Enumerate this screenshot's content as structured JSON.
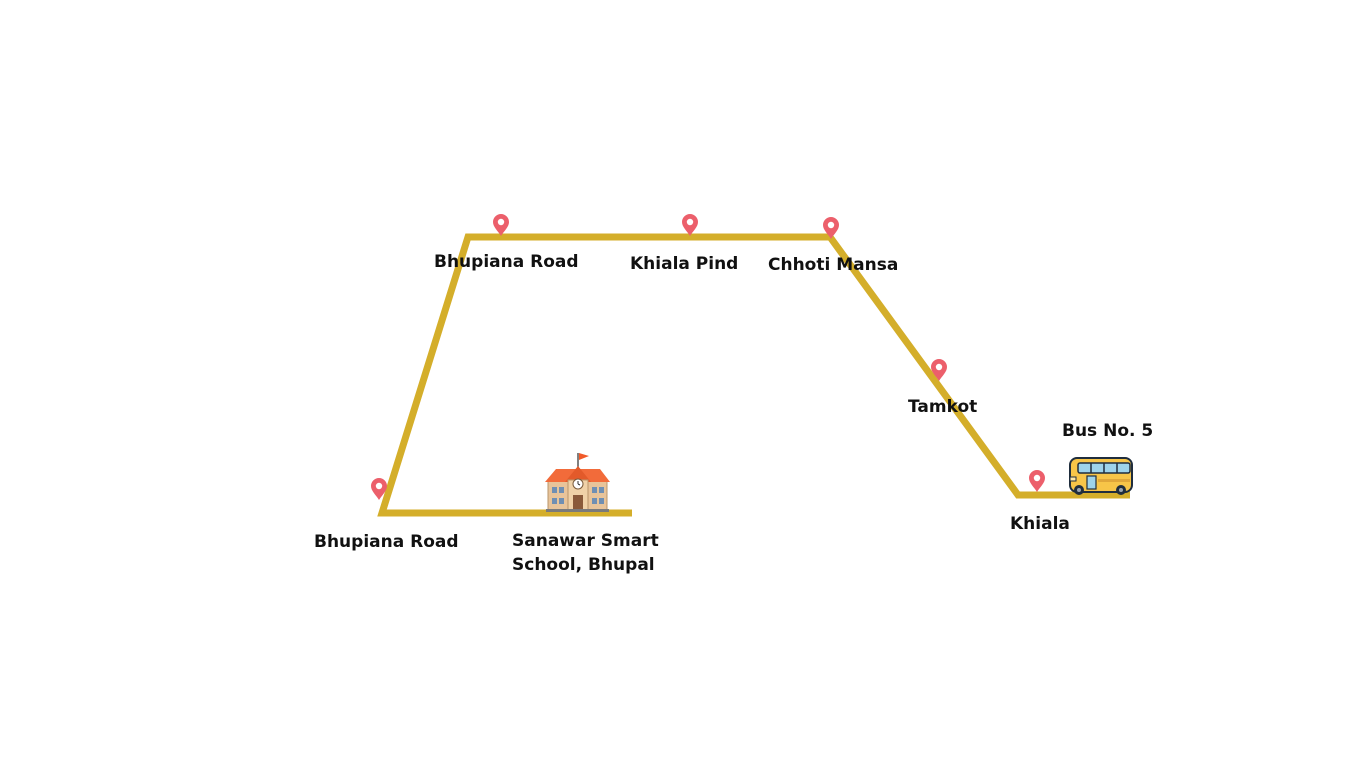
{
  "route": {
    "line_color": "#D4AE2A",
    "pin_color": "#EC5F6B",
    "bus_label": "Bus No. 5",
    "stops": [
      {
        "name": "Bhupiana Road"
      },
      {
        "name": "Bhupiana Road"
      },
      {
        "name": "Khiala Pind"
      },
      {
        "name": "Chhoti Mansa"
      },
      {
        "name": "Tamkot"
      },
      {
        "name": "Khiala"
      }
    ],
    "school": {
      "name_line1": "Sanawar Smart",
      "name_line2": "School, Bhupal",
      "icon": "school-building-icon"
    },
    "bus_icon": "bus-icon"
  }
}
